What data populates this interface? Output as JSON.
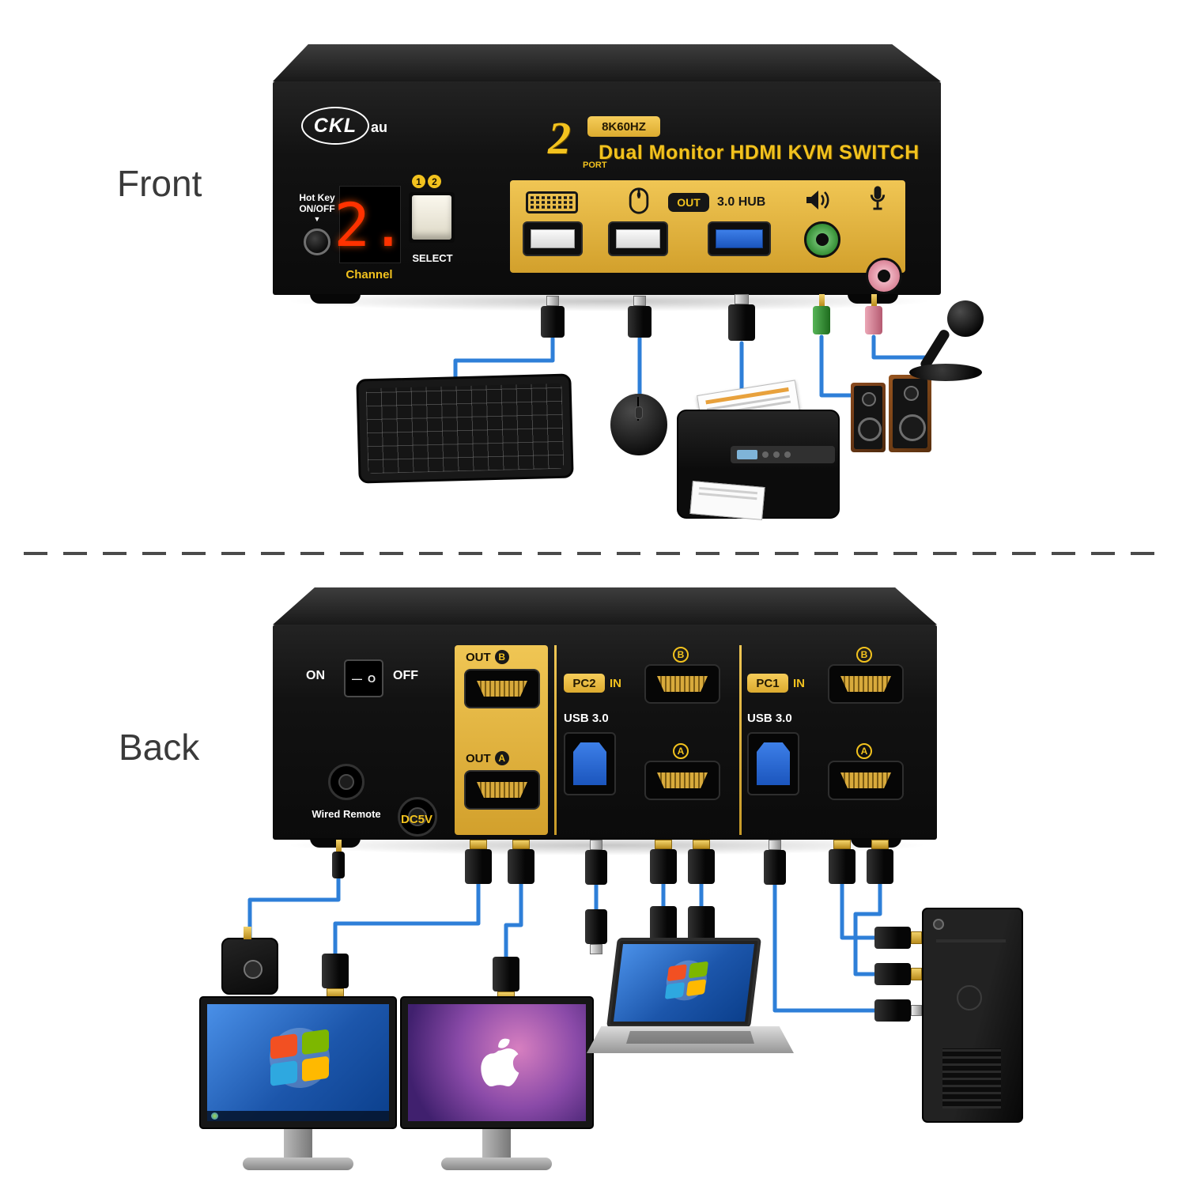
{
  "sections": {
    "front_label": "Front",
    "back_label": "Back"
  },
  "front": {
    "brand": "CKL",
    "brand_suffix": "au",
    "spec_badge": "8K60HZ",
    "port_digit": "2",
    "port_word": "PORT",
    "title": "Dual Monitor HDMI KVM SWITCH",
    "hotkey_line1": "Hot Key",
    "hotkey_line2": "ON/OFF",
    "hotkey_arrow": "▼",
    "channel_digit": "2.",
    "channel_label": "Channel",
    "select_num1": "1",
    "select_num2": "2",
    "select_label": "SELECT",
    "out_badge": "OUT",
    "hub_label": "3.0 HUB"
  },
  "back": {
    "on_label": "ON",
    "off_label": "OFF",
    "rocker_line": "—",
    "rocker_circle": "O",
    "out_label": "OUT",
    "out_letter_b": "B",
    "out_letter_a": "A",
    "wired_remote_label": "Wired Remote",
    "dc_label": "DC5V",
    "pc2_badge": "PC2",
    "pc1_badge": "PC1",
    "in_label": "IN",
    "usb3_label": "USB 3.0",
    "letter_b": "B",
    "letter_a": "A"
  },
  "icons": {
    "keyboard": "keyboard-icon",
    "mouse": "mouse-icon",
    "speaker": "speaker-icon",
    "microphone": "microphone-icon",
    "windows_flag": "windows-logo",
    "apple": "apple-logo"
  },
  "colors": {
    "gold_panel": "#e8bc45",
    "gold_text": "#f2c21e",
    "cable_blue": "#2e7fd8",
    "usb3_blue": "#1f63d4",
    "jack_green": "#3f9d3f",
    "jack_pink": "#e393a3",
    "display_red": "#ff3200"
  }
}
